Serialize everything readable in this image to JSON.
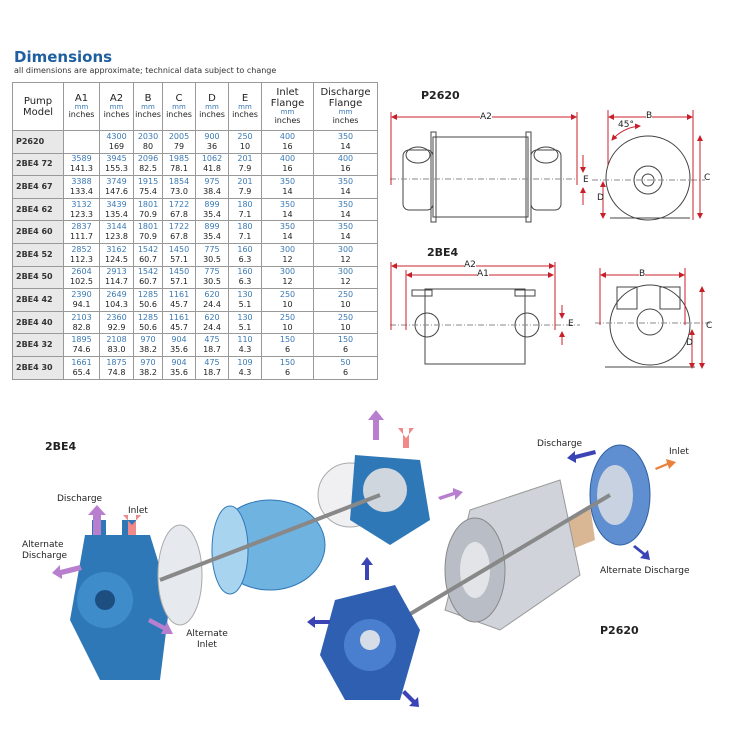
{
  "header": {
    "title": "Dimensions",
    "subtitle": "all dimensions are approximate; technical data subject to change"
  },
  "table": {
    "columns": [
      {
        "name": "Pump Model",
        "unit_mm": "",
        "unit_in": ""
      },
      {
        "name": "A1",
        "unit_mm": "mm",
        "unit_in": "inches"
      },
      {
        "name": "A2",
        "unit_mm": "mm",
        "unit_in": "inches"
      },
      {
        "name": "B",
        "unit_mm": "mm",
        "unit_in": "inches"
      },
      {
        "name": "C",
        "unit_mm": "mm",
        "unit_in": "inches"
      },
      {
        "name": "D",
        "unit_mm": "mm",
        "unit_in": "inches"
      },
      {
        "name": "E",
        "unit_mm": "mm",
        "unit_in": "inches"
      },
      {
        "name": "Inlet Flange",
        "unit_mm": "mm",
        "unit_in": "inches"
      },
      {
        "name": "Discharge Flange",
        "unit_mm": "mm",
        "unit_in": "inches"
      }
    ],
    "rows": [
      {
        "model": "P2620",
        "cells": [
          [
            "",
            ""
          ],
          [
            "4300",
            "169"
          ],
          [
            "2030",
            "80"
          ],
          [
            "2005",
            "79"
          ],
          [
            "900",
            "36"
          ],
          [
            "250",
            "10"
          ],
          [
            "400",
            "16"
          ],
          [
            "350",
            "14"
          ]
        ]
      },
      {
        "model": "2BE4 72",
        "cells": [
          [
            "3589",
            "141.3"
          ],
          [
            "3945",
            "155.3"
          ],
          [
            "2096",
            "82.5"
          ],
          [
            "1985",
            "78.1"
          ],
          [
            "1062",
            "41.8"
          ],
          [
            "201",
            "7.9"
          ],
          [
            "400",
            "16"
          ],
          [
            "400",
            "16"
          ]
        ]
      },
      {
        "model": "2BE4 67",
        "cells": [
          [
            "3388",
            "133.4"
          ],
          [
            "3749",
            "147.6"
          ],
          [
            "1915",
            "75.4"
          ],
          [
            "1854",
            "73.0"
          ],
          [
            "975",
            "38.4"
          ],
          [
            "201",
            "7.9"
          ],
          [
            "350",
            "14"
          ],
          [
            "350",
            "14"
          ]
        ]
      },
      {
        "model": "2BE4 62",
        "cells": [
          [
            "3132",
            "123.3"
          ],
          [
            "3439",
            "135.4"
          ],
          [
            "1801",
            "70.9"
          ],
          [
            "1722",
            "67.8"
          ],
          [
            "899",
            "35.4"
          ],
          [
            "180",
            "7.1"
          ],
          [
            "350",
            "14"
          ],
          [
            "350",
            "14"
          ]
        ]
      },
      {
        "model": "2BE4 60",
        "cells": [
          [
            "2837",
            "111.7"
          ],
          [
            "3144",
            "123.8"
          ],
          [
            "1801",
            "70.9"
          ],
          [
            "1722",
            "67.8"
          ],
          [
            "899",
            "35.4"
          ],
          [
            "180",
            "7.1"
          ],
          [
            "350",
            "14"
          ],
          [
            "350",
            "14"
          ]
        ]
      },
      {
        "model": "2BE4 52",
        "cells": [
          [
            "2852",
            "112.3"
          ],
          [
            "3162",
            "124.5"
          ],
          [
            "1542",
            "60.7"
          ],
          [
            "1450",
            "57.1"
          ],
          [
            "775",
            "30.5"
          ],
          [
            "160",
            "6.3"
          ],
          [
            "300",
            "12"
          ],
          [
            "300",
            "12"
          ]
        ]
      },
      {
        "model": "2BE4 50",
        "cells": [
          [
            "2604",
            "102.5"
          ],
          [
            "2913",
            "114.7"
          ],
          [
            "1542",
            "60.7"
          ],
          [
            "1450",
            "57.1"
          ],
          [
            "775",
            "30.5"
          ],
          [
            "160",
            "6.3"
          ],
          [
            "300",
            "12"
          ],
          [
            "300",
            "12"
          ]
        ]
      },
      {
        "model": "2BE4 42",
        "cells": [
          [
            "2390",
            "94.1"
          ],
          [
            "2649",
            "104.3"
          ],
          [
            "1285",
            "50.6"
          ],
          [
            "1161",
            "45.7"
          ],
          [
            "620",
            "24.4"
          ],
          [
            "130",
            "5.1"
          ],
          [
            "250",
            "10"
          ],
          [
            "250",
            "10"
          ]
        ]
      },
      {
        "model": "2BE4 40",
        "cells": [
          [
            "2103",
            "82.8"
          ],
          [
            "2360",
            "92.9"
          ],
          [
            "1285",
            "50.6"
          ],
          [
            "1161",
            "45.7"
          ],
          [
            "620",
            "24.4"
          ],
          [
            "130",
            "5.1"
          ],
          [
            "250",
            "10"
          ],
          [
            "250",
            "10"
          ]
        ]
      },
      {
        "model": "2BE4 32",
        "cells": [
          [
            "1895",
            "74.6"
          ],
          [
            "2108",
            "83.0"
          ],
          [
            "970",
            "38.2"
          ],
          [
            "904",
            "35.6"
          ],
          [
            "475",
            "18.7"
          ],
          [
            "110",
            "4.3"
          ],
          [
            "150",
            "6"
          ],
          [
            "150",
            "6"
          ]
        ]
      },
      {
        "model": "2BE4 30",
        "cells": [
          [
            "1661",
            "65.4"
          ],
          [
            "1875",
            "74.8"
          ],
          [
            "970",
            "38.2"
          ],
          [
            "904",
            "35.6"
          ],
          [
            "475",
            "18.7"
          ],
          [
            "109",
            "4.3"
          ],
          [
            "150",
            "6"
          ],
          [
            "50",
            "6"
          ]
        ]
      }
    ]
  },
  "drawings": {
    "p2620": {
      "title": "P2620",
      "labels": {
        "a2": "A2",
        "b": "B",
        "c": "C",
        "d": "D",
        "e": "E",
        "angle": "45°"
      }
    },
    "be4": {
      "title": "2BE4",
      "labels": {
        "a2": "A2",
        "a1": "A1",
        "b": "B",
        "c": "C",
        "d": "D",
        "e": "E"
      }
    }
  },
  "exploded": {
    "be4": {
      "title": "2BE4",
      "discharge": "Discharge",
      "inlet": "Inlet",
      "alt_discharge": "Alternate Discharge",
      "alt_inlet": "Alternate Inlet"
    },
    "p2620": {
      "title": "P2620",
      "discharge": "Discharge",
      "inlet": "Inlet",
      "alt_discharge": "Alternate Discharge"
    }
  },
  "colors": {
    "title": "#1f5fa0",
    "dim_line": "#c8202a",
    "pump_blue": "#2f78b8",
    "arrow_purple": "#9a5fb5",
    "arrow_orange": "#e8823a"
  }
}
